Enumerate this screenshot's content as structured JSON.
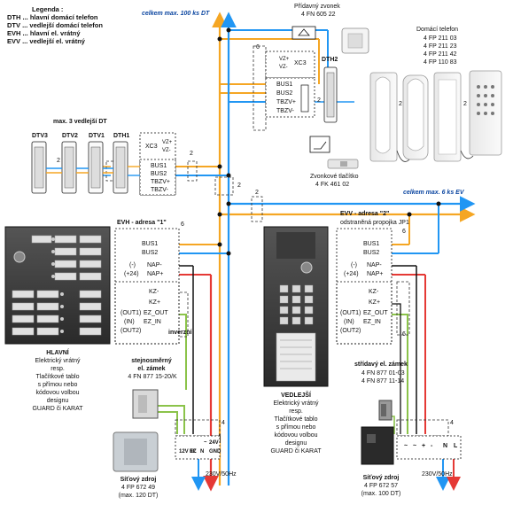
{
  "legend": {
    "title": "Legenda :",
    "items": [
      "DTH ... hlavní domácí telefon",
      "DTV ... vedlejší domácí telefon",
      "EVH ... hlavní el. vrátný",
      "EVV ... vedlejší el. vrátný"
    ]
  },
  "bus_labels": {
    "top_max": "celkem max. 100 ks DT",
    "ev_max": "celkem max. 6 ks EV"
  },
  "extra_bell": {
    "title": "Přídavný zvonek",
    "code": "4 FN 605 22"
  },
  "dth2": {
    "name": "DTH2",
    "xc": "XC3",
    "vz_plus": "VZ+",
    "vz_minus": "VZ-",
    "terminals": [
      "BUS1",
      "BUS2",
      "TBZV+",
      "TBZV-"
    ],
    "wire_count": "6"
  },
  "home_phone": {
    "title": "Domácí telefon",
    "codes": [
      "4 FP 211 03",
      "4 FP 211 23",
      "4 FP 211 42",
      "4 FP 110 83"
    ]
  },
  "bell_button": {
    "title": "Zvonkové tlačítko",
    "code": "4 FK 461 02"
  },
  "dtv_group": {
    "title": "max. 3 vedlejší DT",
    "names": [
      "DTV3",
      "DTV2",
      "DTV1",
      "DTH1"
    ],
    "xc": "XC3",
    "vz_plus": "VZ+",
    "vz_minus": "VZ-",
    "terminals": [
      "BUS1",
      "BUS2",
      "TBZV+",
      "TBZV-"
    ]
  },
  "evh": {
    "title": "EVH - adresa \"1\"",
    "count": "6",
    "terminals": [
      "BUS1",
      "BUS2",
      "(-)",
      "(+24)",
      "KZ-",
      "KZ+",
      "(OUT1)",
      "(IN)",
      "(OUT2)"
    ],
    "terminals_right": [
      "NAP-",
      "NAP+",
      "EZ_OUT",
      "EZ_IN"
    ],
    "inverse": "inverzní"
  },
  "evv": {
    "title": "EVV - adresa \"2\"",
    "subtitle": "odstraněná propojka JP1",
    "count": "6",
    "terminals": [
      "BUS1",
      "BUS2",
      "(-)",
      "(+24)",
      "KZ-",
      "KZ+",
      "(OUT1)",
      "(IN)",
      "(OUT2)"
    ],
    "terminals_right": [
      "NAP-",
      "NAP+",
      "EZ_OUT",
      "EZ_IN"
    ],
    "side_count": "6"
  },
  "main_panel": {
    "lines": [
      "HLAVNÍ",
      "Elektrický vrátný",
      "resp.",
      "Tlačítkové tablo",
      "s přímou nebo",
      "kódovou volbou",
      "designu",
      "GUARD či KARAT"
    ]
  },
  "side_panel": {
    "lines": [
      "VEDLEJŠÍ",
      "Elektrický vrátný",
      "resp.",
      "Tlačítkové tablo",
      "s přímou nebo",
      "kódovou volbou",
      "designu",
      "GUARD či KARAT"
    ]
  },
  "lock_dc": {
    "title": "stejnosměrný",
    "sub": "el. zámek",
    "code": "4 FN 877 15-20/K"
  },
  "lock_ac": {
    "title": "střídavý el. zámek",
    "codes": [
      "4 FN 877 01-03",
      "4 FN 877 11-14"
    ]
  },
  "psu1": {
    "title": "Síťový zdroj",
    "code": "4 FP 672 49",
    "max": "(max. 120 DT)",
    "terms": [
      "12V st.",
      "EZ",
      "N",
      "~",
      "24V",
      "GND"
    ],
    "wire": "4",
    "mains": "230V/50Hz"
  },
  "psu2": {
    "title": "Síťový zdroj",
    "code": "4 FP 672 57",
    "max": "(max. 100 DT)",
    "terms": [
      "~",
      "~",
      "+",
      "-",
      "N",
      "L"
    ],
    "wire": "4",
    "mains": "230V/50Hz"
  },
  "wire_counts": {
    "a": "2",
    "b": "2",
    "c": "2",
    "d": "2",
    "e": "2",
    "f": "2",
    "g": "2"
  },
  "colors": {
    "blue": "#2196f3",
    "orange": "#f5a623",
    "red": "#e53935",
    "green": "#8bc34a",
    "black": "#111111"
  }
}
